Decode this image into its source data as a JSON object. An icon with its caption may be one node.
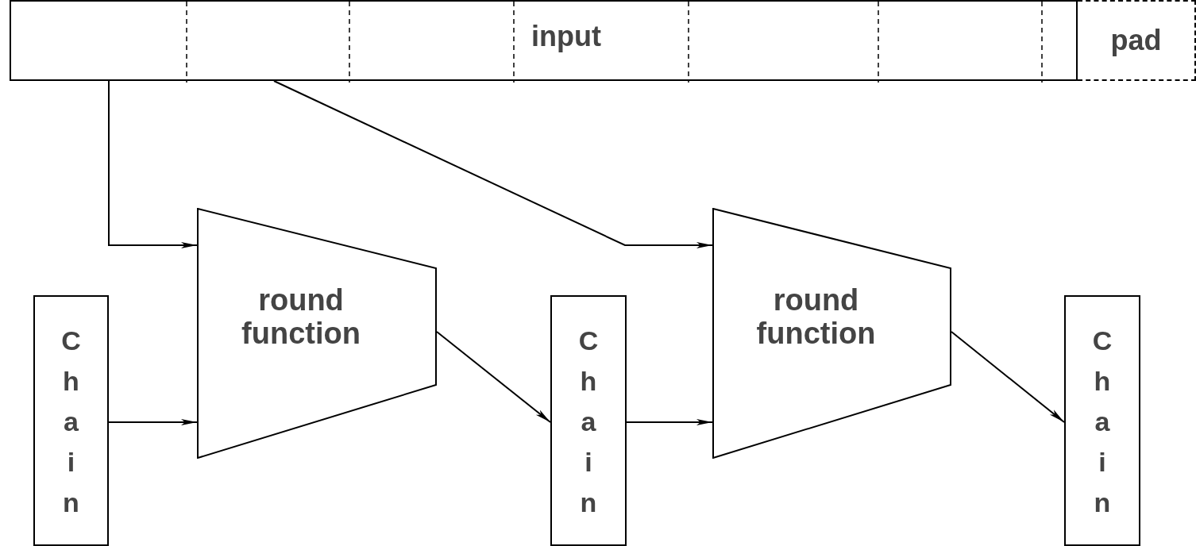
{
  "diagram": {
    "nodes": [
      {
        "text": [
          "input"
        ]
      },
      {
        "text": [
          "pad"
        ]
      },
      {
        "text": [
          "round function"
        ]
      },
      {
        "text": [
          "round function"
        ]
      },
      {
        "text": [
          "Chain"
        ]
      },
      {
        "text": [
          "Chain"
        ]
      },
      {
        "text": [
          "Chain"
        ]
      }
    ],
    "edges": [
      {
        "from": 0,
        "to": 2,
        "arrow": "to"
      },
      {
        "from": 0,
        "to": 3,
        "arrow": "to"
      },
      {
        "from": 4,
        "to": 2,
        "arrow": "to"
      },
      {
        "from": 2,
        "to": 5,
        "arrow": "to"
      },
      {
        "from": 5,
        "to": 3,
        "arrow": "to"
      },
      {
        "from": 3,
        "to": 6,
        "arrow": "to"
      }
    ]
  }
}
